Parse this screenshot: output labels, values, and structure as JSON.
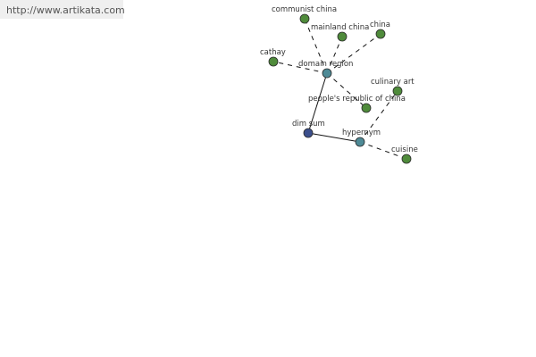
{
  "header": {
    "url": "http://www.artikata.com"
  },
  "colors": {
    "center": "#3b4f8c",
    "relation": "#4e8a96",
    "leaf": "#4f8b3b",
    "edge": "#111111",
    "stroke": "#2a2a2a"
  },
  "graph": {
    "nodes": [
      {
        "id": "dim-sum",
        "label": "dim sum",
        "kind": "center"
      },
      {
        "id": "domain-region",
        "label": "domain region",
        "kind": "relation"
      },
      {
        "id": "hypernym",
        "label": "hypernym",
        "kind": "relation"
      },
      {
        "id": "communist-china",
        "label": "communist china",
        "kind": "leaf"
      },
      {
        "id": "mainland-china",
        "label": "mainland china",
        "kind": "leaf"
      },
      {
        "id": "china",
        "label": "china",
        "kind": "leaf"
      },
      {
        "id": "cathay",
        "label": "cathay",
        "kind": "leaf"
      },
      {
        "id": "peoples-republic-of-china",
        "label": "people's republic of china",
        "kind": "leaf"
      },
      {
        "id": "culinary-art",
        "label": "culinary art",
        "kind": "leaf"
      },
      {
        "id": "cuisine",
        "label": "cuisine",
        "kind": "leaf"
      }
    ],
    "edges": [
      {
        "from": "dim-sum",
        "to": "domain-region",
        "style": "solid"
      },
      {
        "from": "dim-sum",
        "to": "hypernym",
        "style": "solid"
      },
      {
        "from": "domain-region",
        "to": "communist-china",
        "style": "dashed"
      },
      {
        "from": "domain-region",
        "to": "mainland-china",
        "style": "dashed"
      },
      {
        "from": "domain-region",
        "to": "china",
        "style": "dashed"
      },
      {
        "from": "domain-region",
        "to": "cathay",
        "style": "dashed"
      },
      {
        "from": "domain-region",
        "to": "peoples-republic-of-china",
        "style": "dashed"
      },
      {
        "from": "hypernym",
        "to": "culinary-art",
        "style": "dashed"
      },
      {
        "from": "hypernym",
        "to": "cuisine",
        "style": "dashed"
      }
    ]
  }
}
